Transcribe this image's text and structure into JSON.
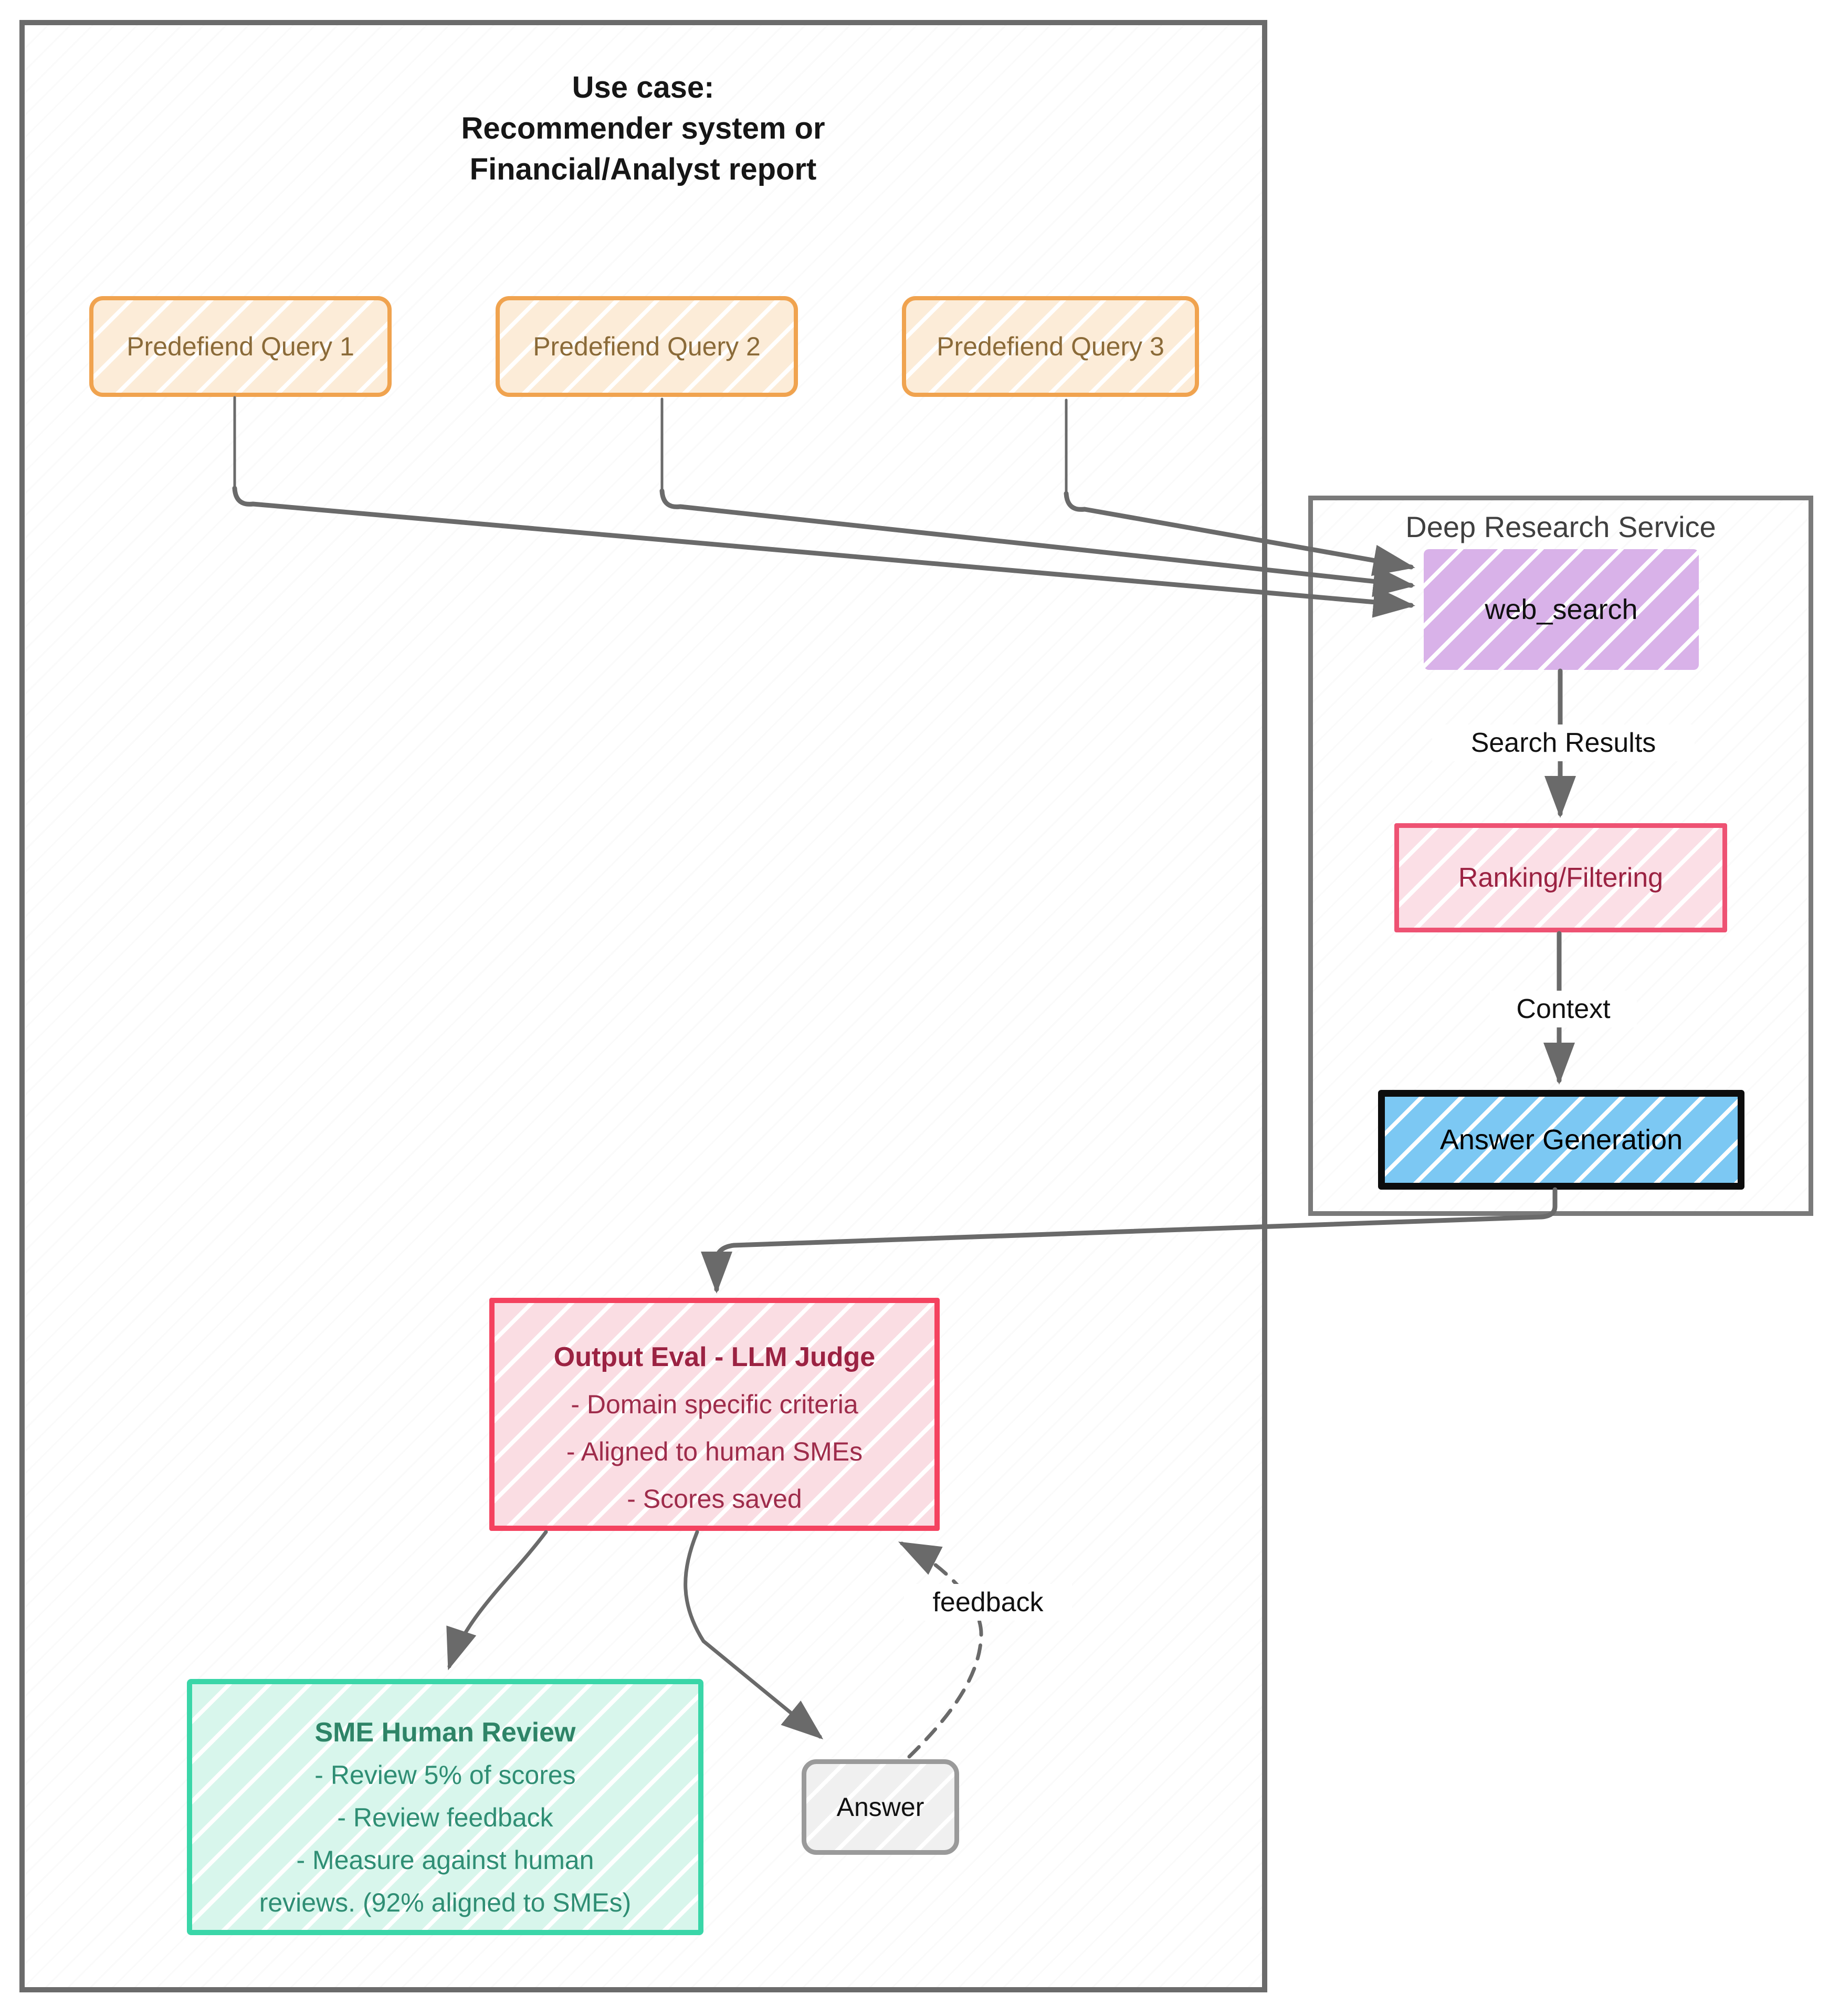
{
  "title": {
    "lines": [
      "Use case:",
      "Recommender system or",
      "Financial/Analyst report"
    ]
  },
  "queries": [
    {
      "label": "Predefiend Query 1"
    },
    {
      "label": "Predefiend Query 2"
    },
    {
      "label": "Predefiend Query 3"
    }
  ],
  "deep_research_service": {
    "title": "Deep Research Service",
    "web_search_label": "web_search",
    "search_results_label": "Search Results",
    "ranking_label": "Ranking/Filtering",
    "context_label": "Context",
    "answer_generation_label": "Answer Generation"
  },
  "output_eval": {
    "title": "Output Eval - LLM Judge",
    "bullets": [
      "- Domain specific criteria",
      "- Aligned to human SMEs",
      "- Scores saved"
    ]
  },
  "sme_review": {
    "title": "SME Human Review",
    "lines": [
      "- Review 5% of scores",
      "- Review feedback",
      "- Measure against human",
      "reviews. (92% aligned to SMEs)"
    ]
  },
  "answer": {
    "label": "Answer"
  },
  "feedback_label": "feedback",
  "colors": {
    "frame_gray": "#6b6b6b",
    "arrow_gray": "#6a6a6a",
    "query_border": "#f0a34f",
    "query_fill": "#fcecd8",
    "query_text": "#8a6a38",
    "web_search_fill": "#d9b2e9",
    "ranking_border": "#ee5273",
    "ranking_fill": "#fbdfe6",
    "ranking_text": "#9b2242",
    "answer_gen_fill": "#7cc8f3",
    "answer_gen_border": "#0d0d0d",
    "output_eval_border": "#f4425f",
    "output_eval_fill": "#fadde3",
    "output_eval_text": "#9b2242",
    "sme_border": "#3ad6a8",
    "sme_fill": "#d8f6ec",
    "sme_text": "#2e8467",
    "answer_box_border": "#9a9a9a",
    "answer_box_fill": "#f0f0f0"
  }
}
